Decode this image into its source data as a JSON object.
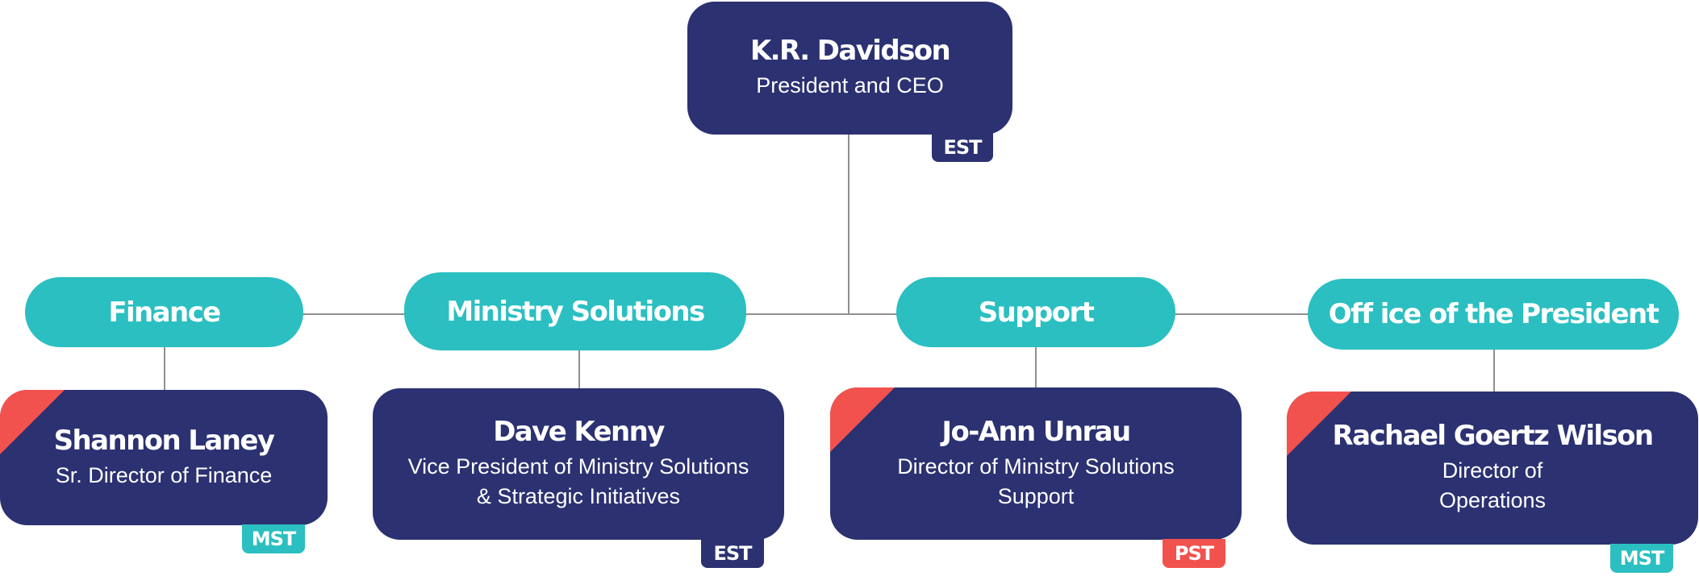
{
  "colors": {
    "navy": "#2b3171",
    "teal": "#2bbfc1",
    "coral": "#f2524e",
    "connector": "#8f8f8f"
  },
  "ceo": {
    "name": "K.R. Davidson",
    "title": "President and CEO",
    "timezone": "EST"
  },
  "departments": [
    {
      "label": "Finance"
    },
    {
      "label": "Ministry Solutions"
    },
    {
      "label": "Support"
    },
    {
      "label": "Off ice of the President"
    }
  ],
  "leaders": [
    {
      "name": "Shannon Laney",
      "title": "Sr. Director of Finance",
      "timezone": "MST"
    },
    {
      "name": "Dave Kenny",
      "title": "Vice President of Ministry Solutions\n& Strategic Initiatives",
      "timezone": "EST"
    },
    {
      "name": "Jo-Ann Unrau",
      "title": "Director of Ministry Solutions\nSupport",
      "timezone": "PST"
    },
    {
      "name": "Rachael Goertz Wilson",
      "title": "Director of\nOperations",
      "timezone": "MST"
    }
  ]
}
